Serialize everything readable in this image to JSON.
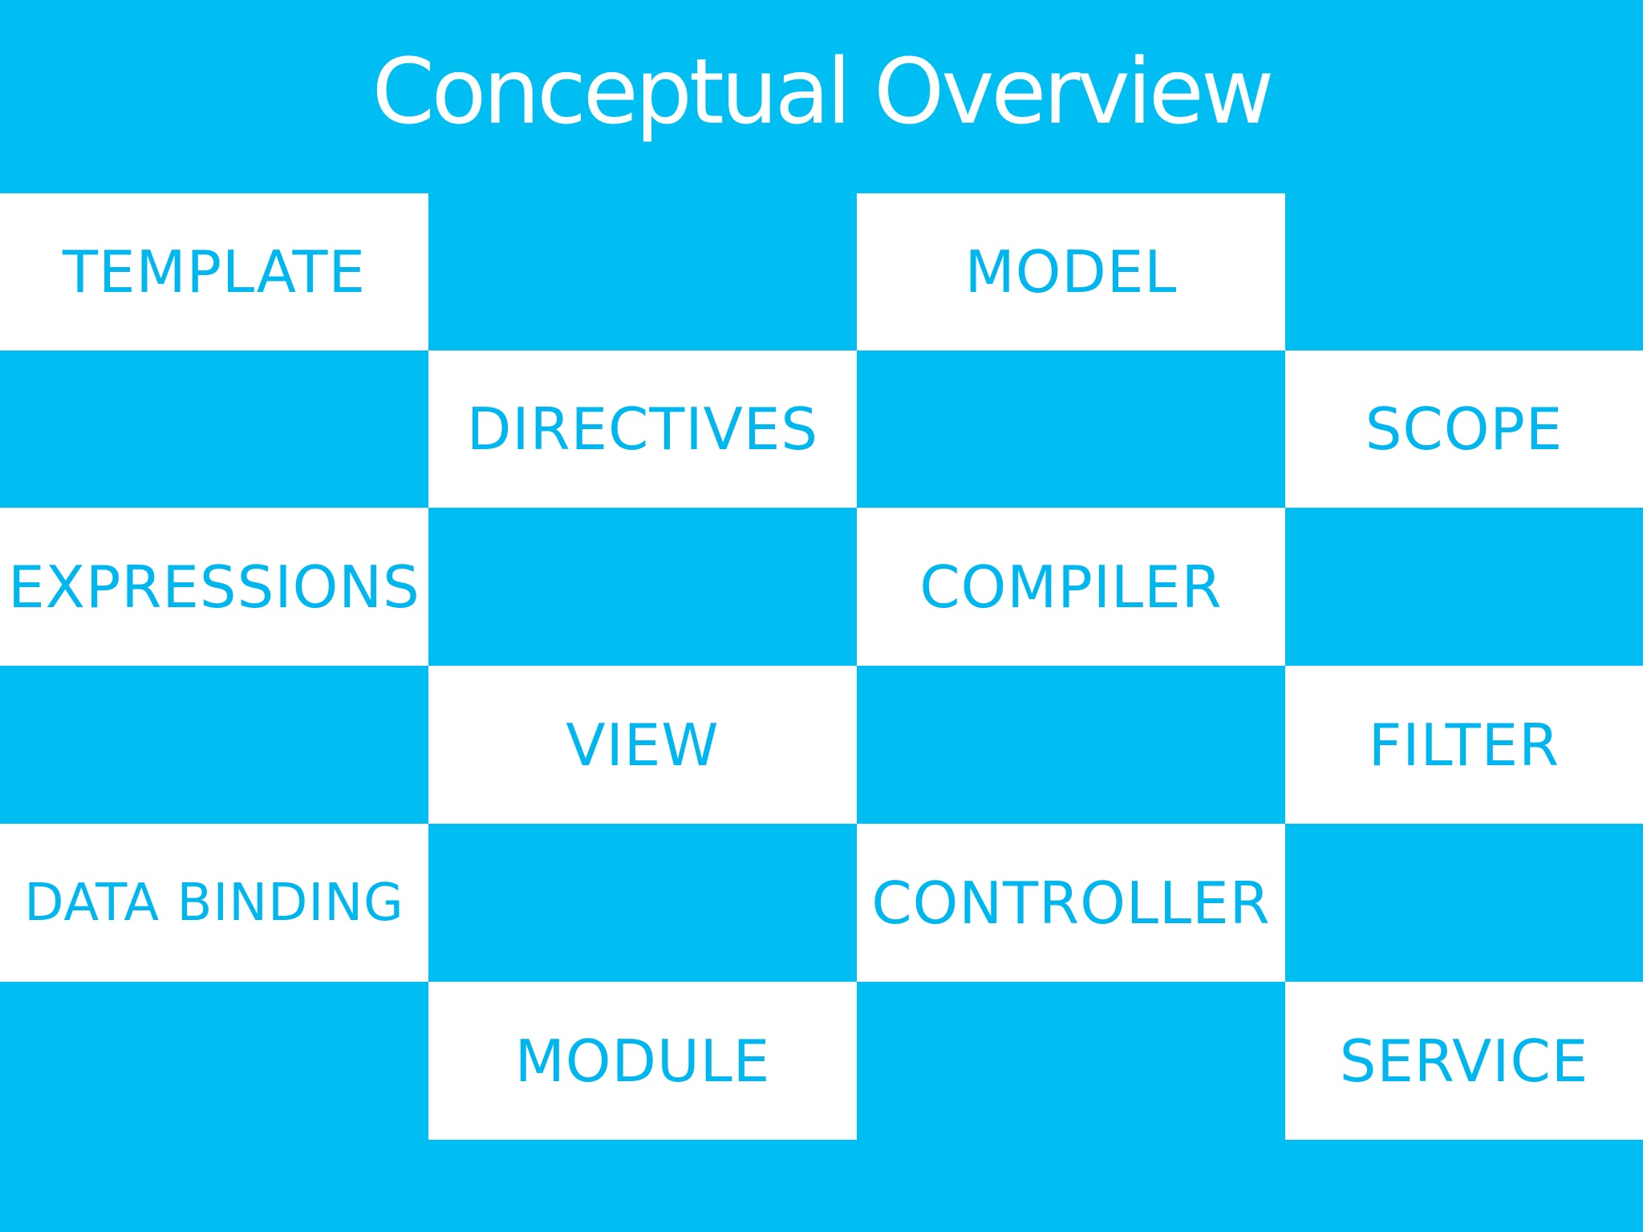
{
  "slide": {
    "title": "Conceptual Overview"
  },
  "colors": {
    "background": "#00BDF2",
    "tile": "#FFFFFF",
    "tile_text": "#00B6EE",
    "title_text": "#FFFFFF"
  },
  "tiles": {
    "template": "TEMPLATE",
    "model": "MODEL",
    "directives": "DIRECTIVES",
    "scope": "SCOPE",
    "expressions": "EXPRESSIONS",
    "compiler": "COMPILER",
    "view": "VIEW",
    "filter": "FILTER",
    "data_binding": "DATA BINDING",
    "controller": "CONTROLLER",
    "module": "MODULE",
    "service": "SERVICE"
  }
}
